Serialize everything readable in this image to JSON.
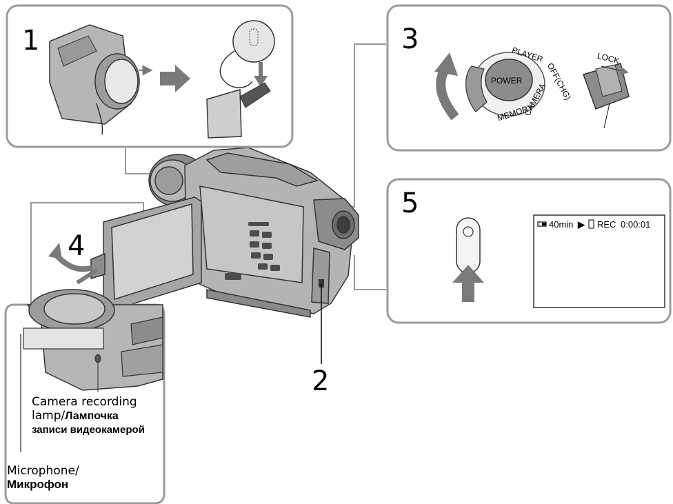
{
  "steps": {
    "s1": "1",
    "s2": "2",
    "s3": "3",
    "s4": "4",
    "s5": "5"
  },
  "dial": {
    "power": "POWER",
    "player": "PLAYER",
    "off_chg": "OFF(CHG)",
    "camera": "CAMERA",
    "memory": "MEMORY",
    "lock": "LOCK"
  },
  "screen": {
    "battery": "40min",
    "rec": "REC",
    "timecode": "0:00:01"
  },
  "labels": {
    "lamp_en_1": "Camera recording",
    "lamp_en_2": "lamp/",
    "lamp_ru_1": "Лампочка",
    "lamp_ru_2": "записи видеокамерой",
    "mic_en": "Microphone/",
    "mic_ru": "Микрофон"
  }
}
